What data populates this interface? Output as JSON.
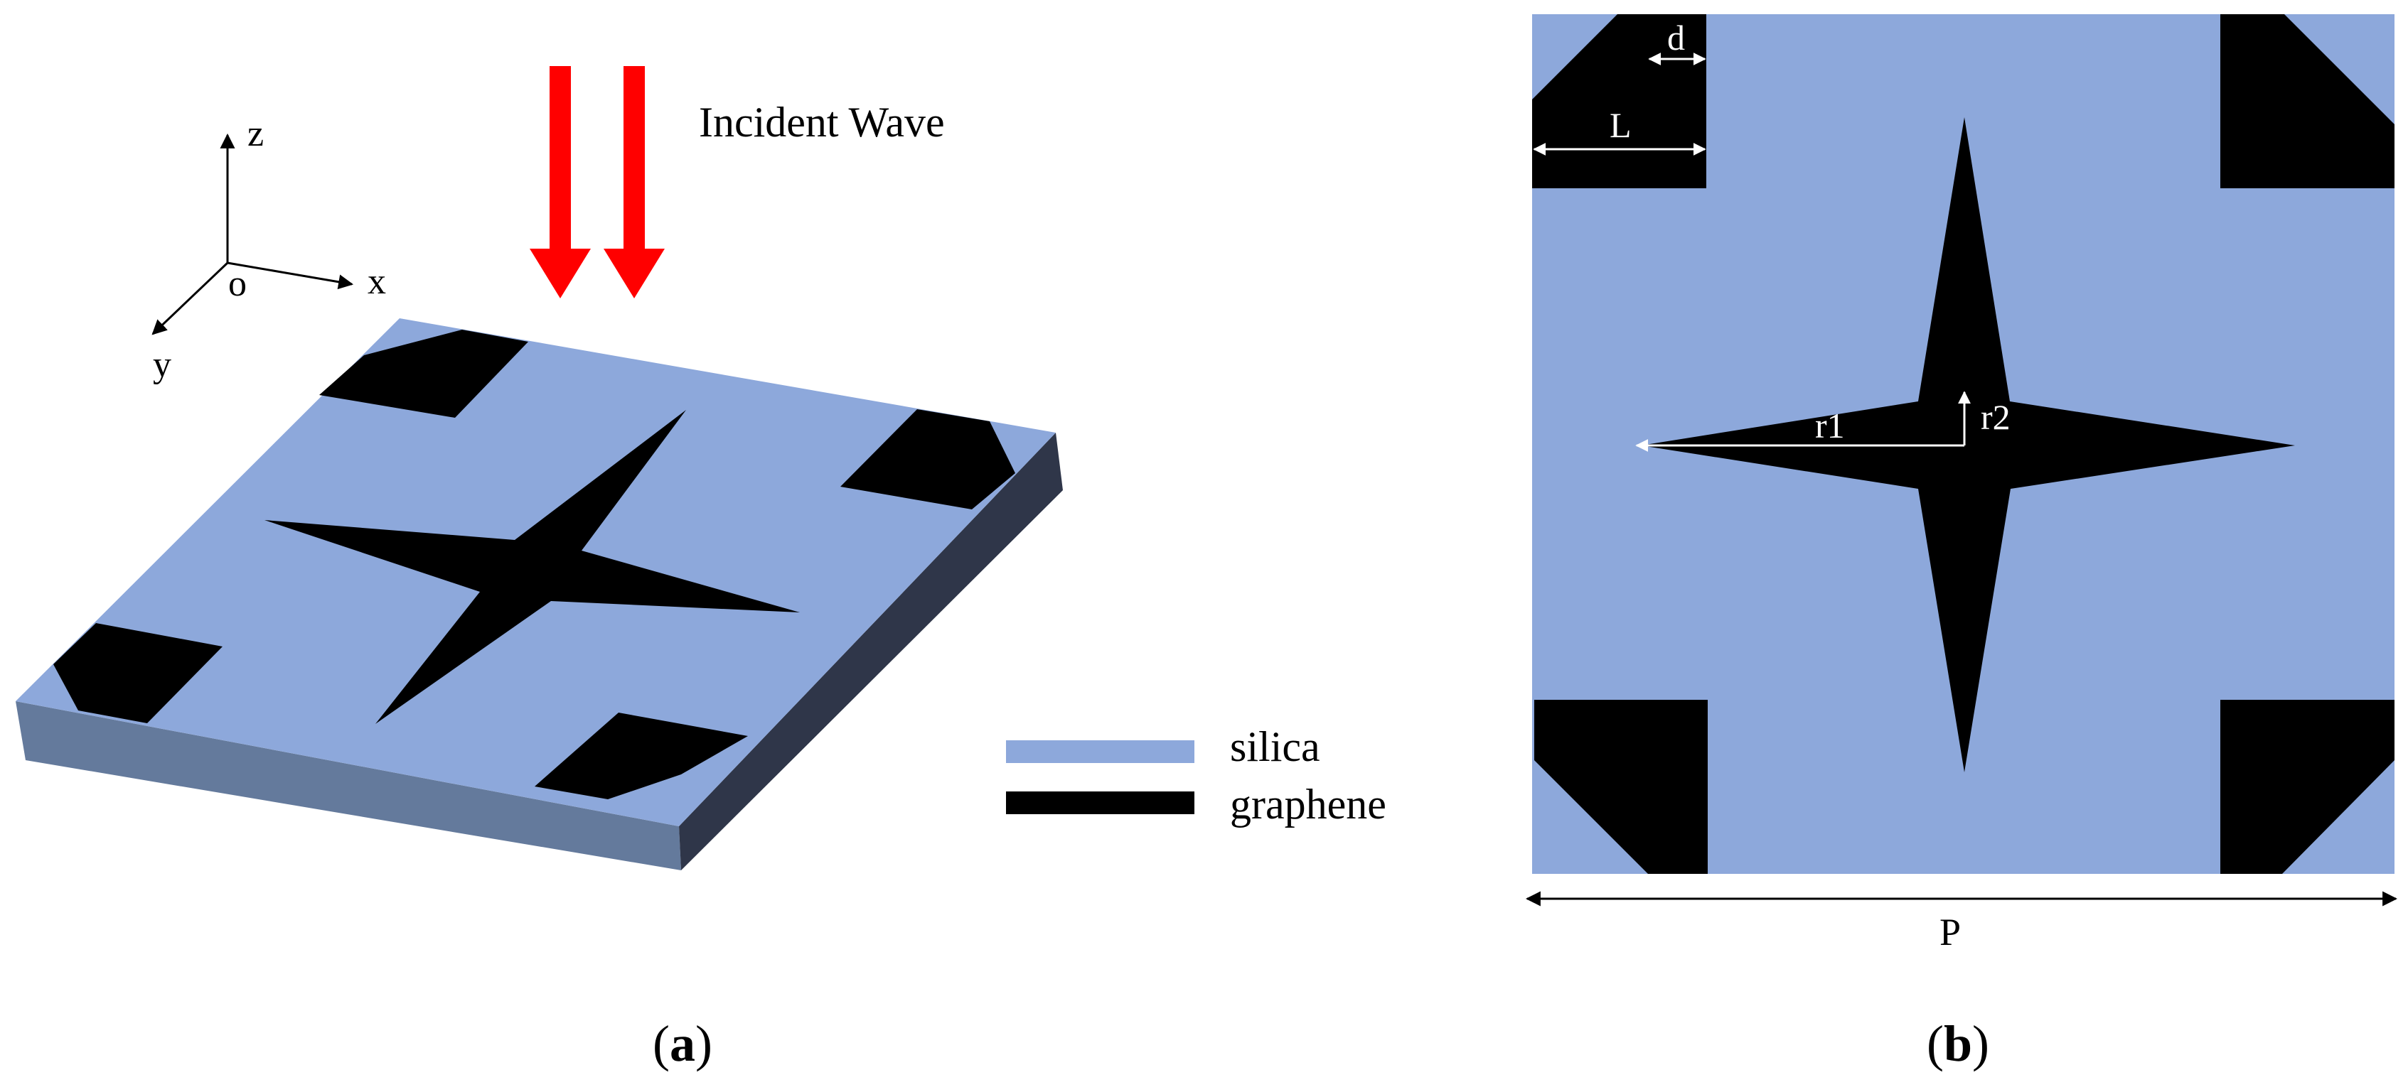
{
  "panel_a": {
    "axes": {
      "z": "z",
      "x": "x",
      "y": "y",
      "origin": "o"
    },
    "incident_wave_label": "Incident Wave",
    "legend": [
      {
        "label": "silica",
        "color": "#8DA8DB"
      },
      {
        "label": "graphene",
        "color": "#000000"
      }
    ],
    "caption_open": "(",
    "caption_letter": "a",
    "caption_close": ")"
  },
  "panel_b": {
    "labels": {
      "d": "d",
      "L": "L",
      "r1": "r1",
      "r2": "r2",
      "P": "P"
    },
    "caption_open": "(",
    "caption_letter": "b",
    "caption_close": ")"
  },
  "colors": {
    "silica": "#8DA8DB",
    "graphene": "#000000",
    "side_front": "#647A9C",
    "side_right": "#2F3649",
    "arrow": "#FF0000"
  }
}
